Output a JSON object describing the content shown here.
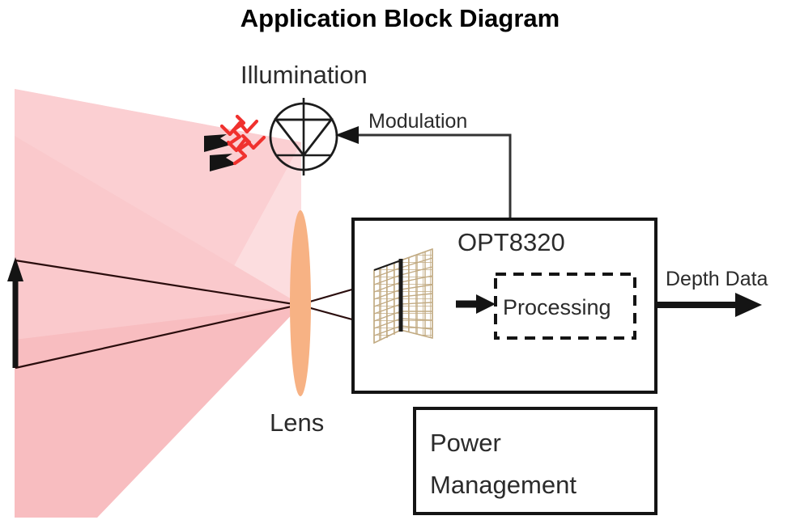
{
  "title": "Application Block Diagram",
  "labels": {
    "illumination": "Illumination",
    "modulation": "Modulation",
    "lens": "Lens",
    "chip": "OPT8320",
    "processing": "Processing",
    "depth_data": "Depth Data",
    "power_line1": "Power",
    "power_line2": "Management"
  },
  "colors": {
    "illumination_cone": "#FBCFD2",
    "fov_cone": "#FBCFD2",
    "cone_overlap": "#F6AFB0",
    "lens": "#F7B284",
    "sensor_grid": "#C2AB83",
    "wave": "#F0312E",
    "outline": "#141414",
    "title_text": "#000000",
    "label_text": "#2B2B2B",
    "background": "#FFFFFF"
  },
  "icons": {
    "led": "led-diode-symbol",
    "lens": "convex-lens-symbol",
    "sensor": "sensor-pixel-array-icon",
    "waves": "light-wave-arrows-icon",
    "object": "target-object-arrow-icon",
    "flow": "flow-arrow-icon",
    "output": "output-arrow-icon"
  },
  "blocks": [
    {
      "id": "opt8320",
      "label": "OPT8320"
    },
    {
      "id": "processing",
      "label": "Processing"
    },
    {
      "id": "power-management",
      "label": "Power Management"
    }
  ],
  "signals": [
    {
      "id": "modulation",
      "label": "Modulation",
      "from": "opt8320",
      "to": "illumination"
    },
    {
      "id": "depth-data",
      "label": "Depth Data",
      "from": "opt8320",
      "to": "output"
    }
  ]
}
